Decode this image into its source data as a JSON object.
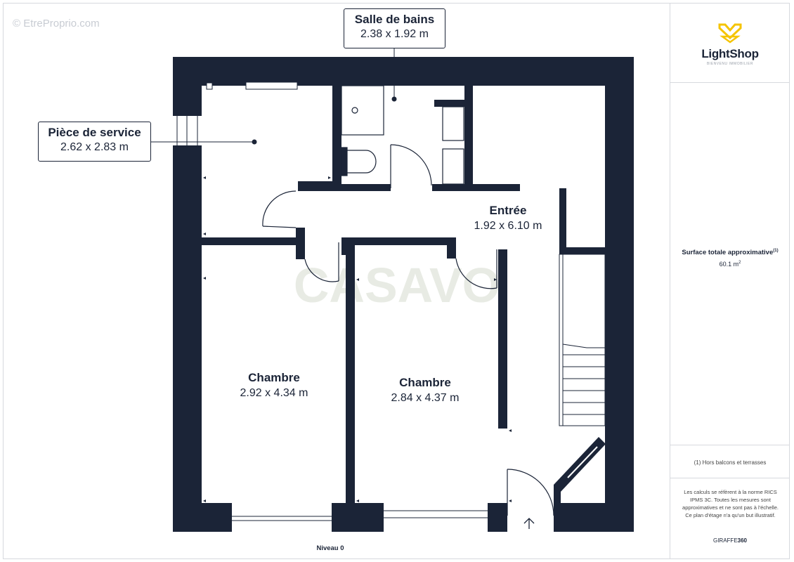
{
  "watermark": "© EtreProprio.com",
  "plan_watermark": "CASAVO",
  "rooms": {
    "salle_de_bains": {
      "name": "Salle de bains",
      "dims": "2.38 x 1.92 m"
    },
    "piece_de_service": {
      "name": "Pièce de service",
      "dims": "2.62 x 2.83 m"
    },
    "entree": {
      "name": "Entrée",
      "dims": "1.92 x 6.10 m"
    },
    "chambre_1": {
      "name": "Chambre",
      "dims": "2.92 x 4.34 m"
    },
    "chambre_2": {
      "name": "Chambre",
      "dims": "2.84 x 4.37 m"
    }
  },
  "level": "Niveau 0",
  "sidebar": {
    "logo": "LightShop",
    "logo_sub": "BIENVENU IMMOBILIER",
    "surface_title": "Surface totale approximative",
    "surface_note_ref": "(1)",
    "surface_value": "60.1 m",
    "surface_unit_exp": "2",
    "footnote": "(1) Hors balcons et terrasses",
    "disclaimer": "Les calculs se réfèrent à la norme RICS IPMS 3C. Toutes les mesures sont approximatives et ne sont pas à l'échelle. Ce plan d'étage n'a qu'un but illustratif.",
    "brand_prefix": "GIRAFFE",
    "brand_suffix": "360"
  },
  "colors": {
    "wall": "#1b2437",
    "accent": "#f5c400",
    "border": "#d7d9de"
  }
}
